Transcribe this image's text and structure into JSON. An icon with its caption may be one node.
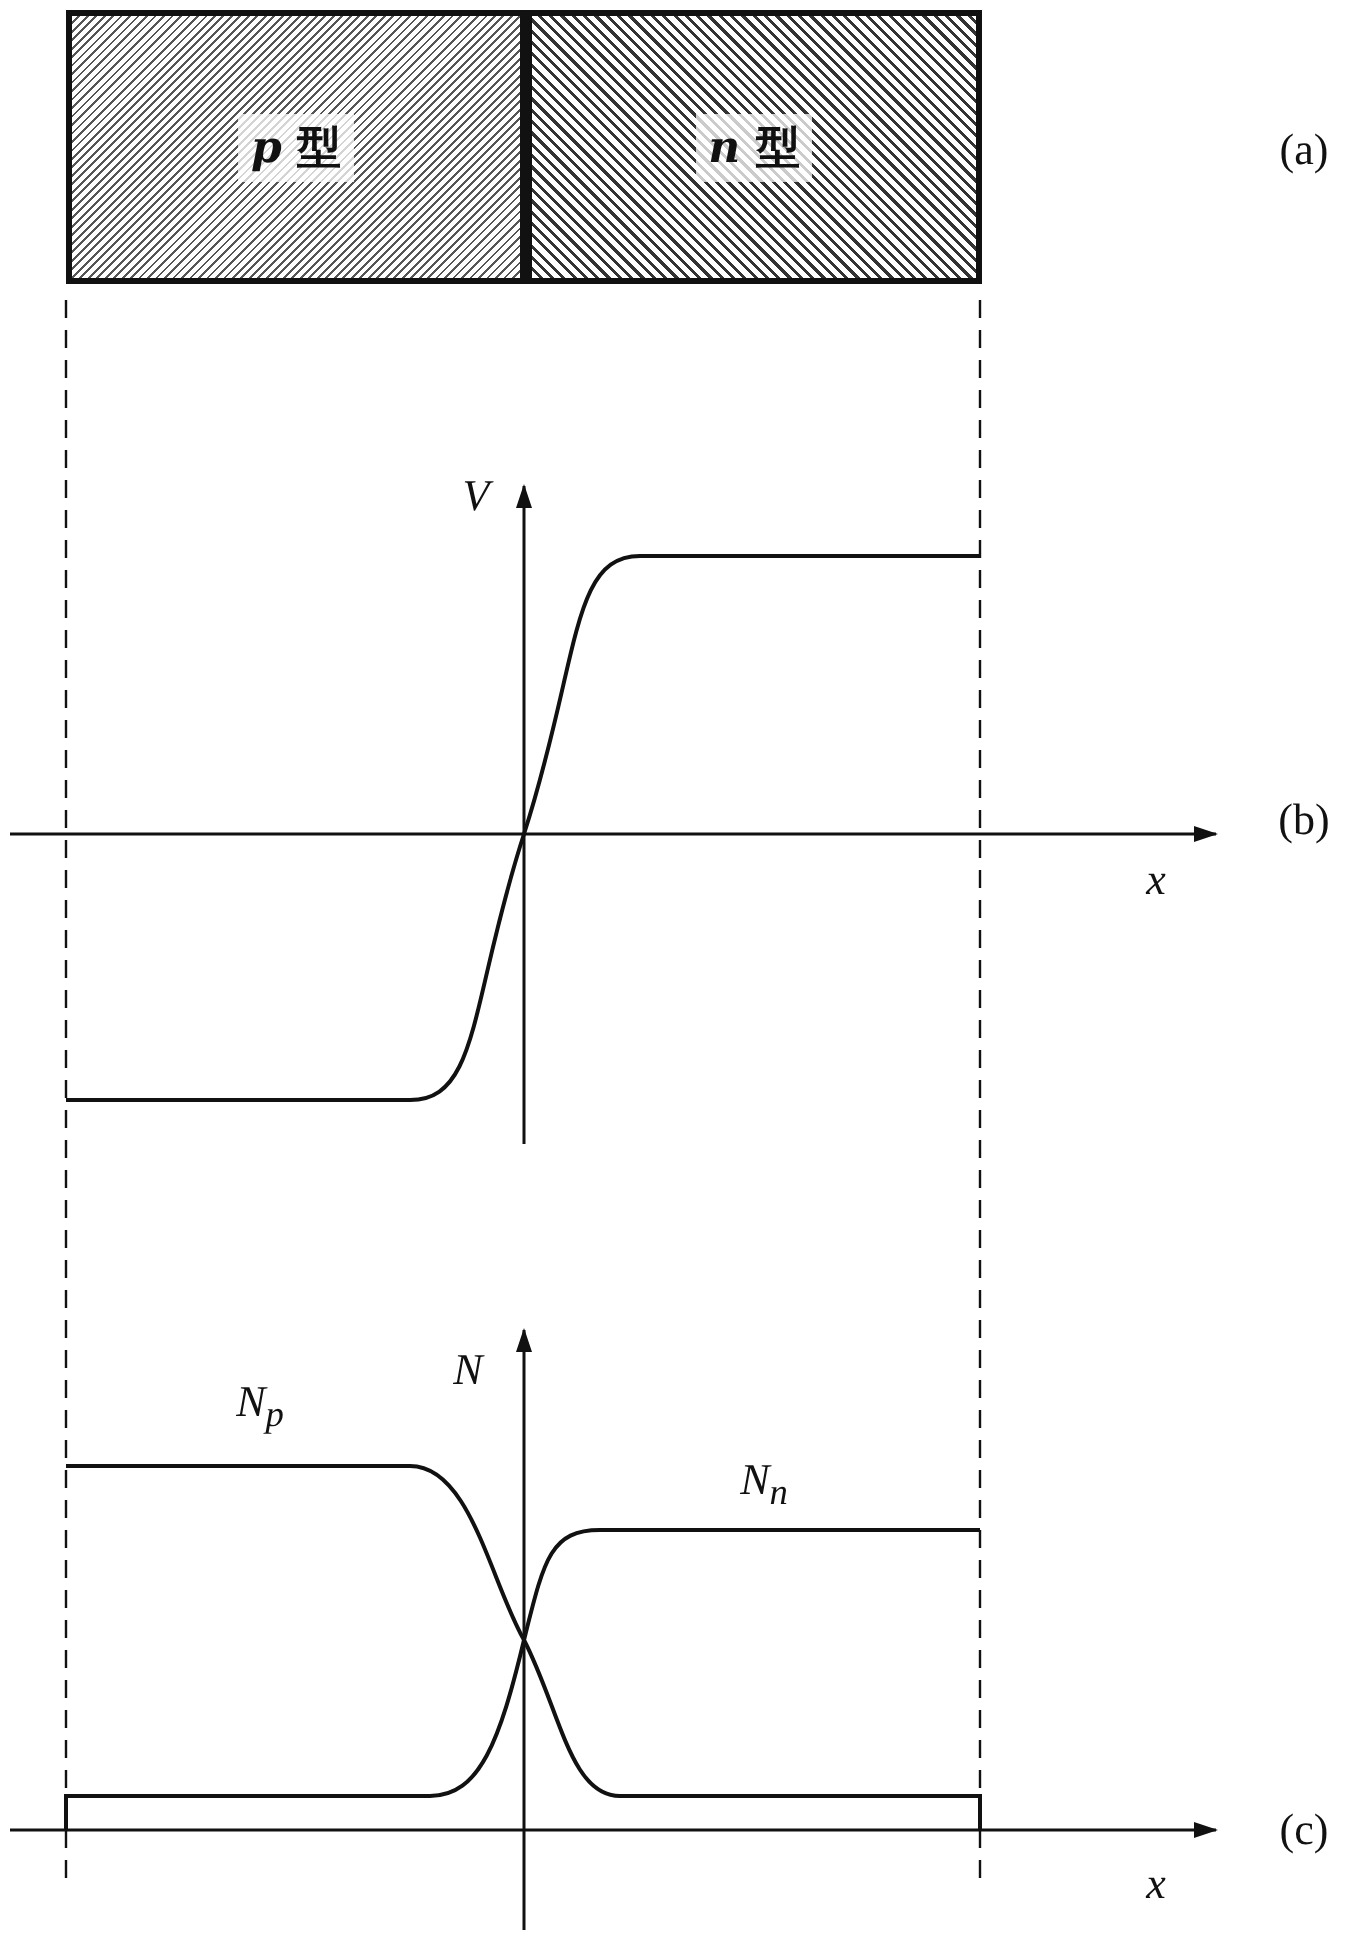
{
  "diagram": {
    "nodes": [
      {
        "text": [
          "*p* 型"
        ]
      },
      {
        "text": [
          "*n* 型"
        ]
      }
    ],
    "labels": [
      "(a)",
      "V",
      "(b)",
      "x",
      "N$_{p}$",
      "N",
      "N$_{n}$",
      "(c)",
      "x"
    ]
  }
}
